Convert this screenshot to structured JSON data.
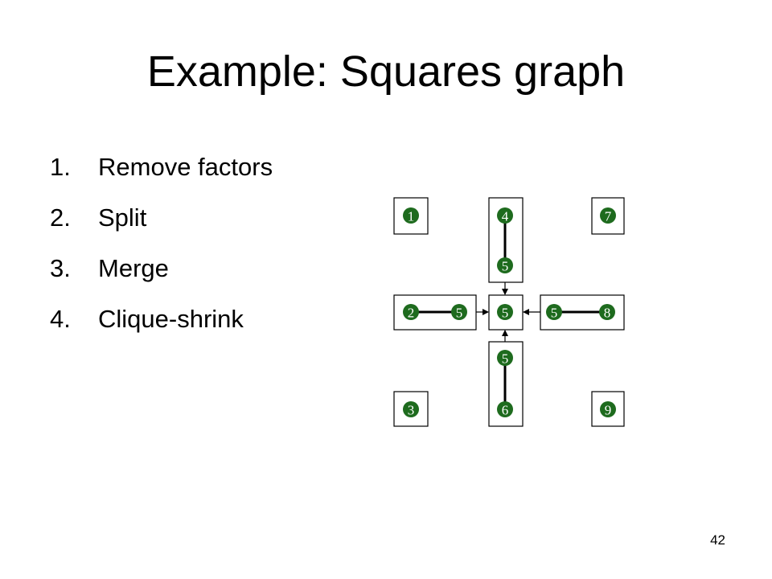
{
  "slide": {
    "title": "Example: Squares graph",
    "page_number": "42"
  },
  "steps": [
    {
      "number": "1.",
      "label": "Remove factors"
    },
    {
      "number": "2.",
      "label": "Split"
    },
    {
      "number": "3.",
      "label": "Merge"
    },
    {
      "number": "4.",
      "label": "Clique-shrink"
    }
  ],
  "diagram": {
    "node_color": "#1e6b1e",
    "nodes": {
      "n1": "1",
      "n4": "4",
      "n7": "7",
      "n5_top": "5",
      "n2": "2",
      "n5_left": "5",
      "n5_center": "5",
      "n5_right": "5",
      "n8": "8",
      "n5_bottom": "5",
      "n3": "3",
      "n6": "6",
      "n9": "9"
    }
  }
}
